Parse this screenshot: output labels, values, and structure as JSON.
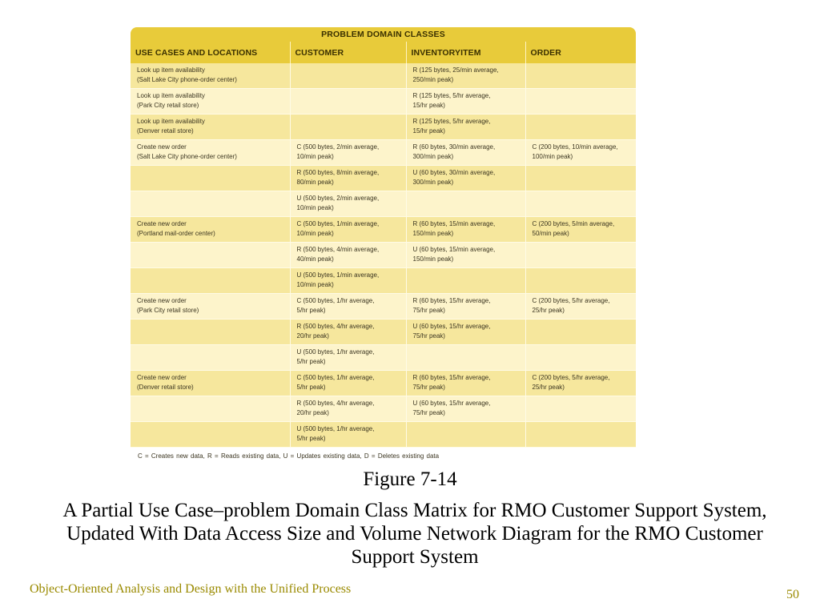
{
  "matrix": {
    "group_header": "PROBLEM DOMAIN CLASSES",
    "columns": [
      "USE CASES AND LOCATIONS",
      "CUSTOMER",
      "INVENTORYITEM",
      "ORDER"
    ],
    "rows": [
      [
        "Look up item availability\n(Salt Lake City phone-order center)",
        "",
        "R (125 bytes, 25/min average,\n    250/min peak)",
        ""
      ],
      [
        "Look up item availability\n(Park City retail store)",
        "",
        "R (125 bytes, 5/hr average,\n    15/hr peak)",
        ""
      ],
      [
        "Look up item availability\n(Denver retail store)",
        "",
        "R (125 bytes, 5/hr average,\n    15/hr peak)",
        ""
      ],
      [
        "Create new order\n(Salt Lake City phone-order center)",
        "C (500 bytes, 2/min average,\n    10/min peak)",
        "R (60 bytes, 30/min average,\n    300/min peak)",
        "C (200 bytes, 10/min average,\n    100/min peak)"
      ],
      [
        "",
        "R (500 bytes, 8/min average,\n    80/min peak)",
        "U (60 bytes, 30/min average,\n    300/min peak)",
        ""
      ],
      [
        "",
        "U (500 bytes, 2/min average,\n    10/min peak)",
        "",
        ""
      ],
      [
        "Create new order\n(Portland mail-order center)",
        "C (500 bytes, 1/min average,\n    10/min peak)",
        "R (60 bytes, 15/min average,\n    150/min peak)",
        "C (200 bytes, 5/min average,\n    50/min peak)"
      ],
      [
        "",
        "R (500 bytes, 4/min average,\n    40/min peak)",
        "U (60 bytes, 15/min average,\n    150/min peak)",
        ""
      ],
      [
        "",
        "U (500 bytes, 1/min average,\n    10/min peak)",
        "",
        ""
      ],
      [
        "Create new order\n(Park City retail store)",
        "C (500 bytes, 1/hr average,\n    5/hr peak)",
        "R (60 bytes, 15/hr average,\n    75/hr peak)",
        "C (200 bytes, 5/hr average,\n    25/hr peak)"
      ],
      [
        "",
        "R (500 bytes, 4/hr average,\n    20/hr peak)",
        "U (60 bytes, 15/hr average,\n    75/hr peak)",
        ""
      ],
      [
        "",
        "U (500 bytes, 1/hr average,\n    5/hr peak)",
        "",
        ""
      ],
      [
        "Create new order\n(Denver retail store)",
        "C (500 bytes, 1/hr average,\n    5/hr peak)",
        "R (60 bytes, 15/hr average,\n    75/hr peak)",
        "C (200 bytes, 5/hr average,\n    25/hr peak)"
      ],
      [
        "",
        "R (500 bytes, 4/hr average,\n    20/hr peak)",
        "U (60 bytes, 15/hr average,\n    75/hr peak)",
        ""
      ],
      [
        "",
        "U (500 bytes, 1/hr average,\n    5/hr peak)",
        "",
        ""
      ]
    ],
    "legend": "C = Creates new data,    R = Reads existing data,    U = Updates existing data,    D = Deletes existing data"
  },
  "figure": {
    "title": "Figure 7-14",
    "caption": "A Partial Use Case–problem Domain Class Matrix for RMO Customer Support System, Updated With Data Access Size and Volume  Network Diagram for the RMO Customer Support System"
  },
  "footer": {
    "book_title": "Object-Oriented Analysis and Design with the Unified Process",
    "page_number": "50"
  },
  "colors": {
    "header_gold": "#e8cb3a",
    "row_odd": "#f6e79d",
    "row_even": "#fdf4cb",
    "footer_text": "#9a8a00"
  }
}
